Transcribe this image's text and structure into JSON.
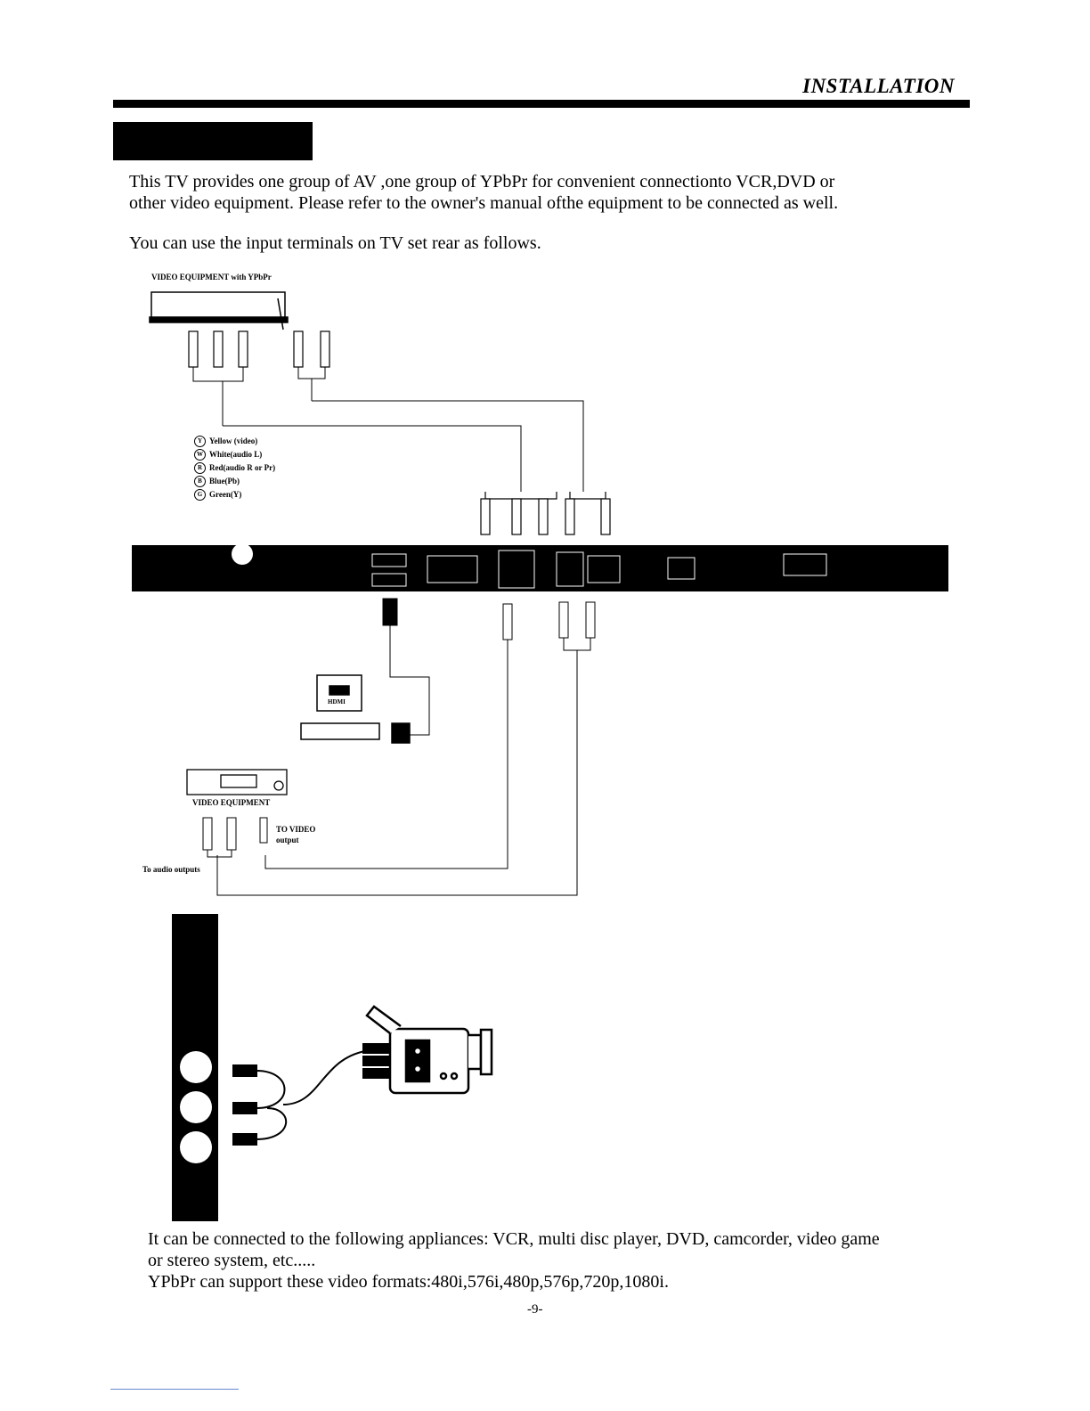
{
  "header": {
    "section": "INSTALLATION"
  },
  "intro": {
    "line1": "This TV provides one group of AV ,one group of YPbPr for convenient connectionto VCR,DVD or",
    "line2": "other video equipment. Please refer to the owner's manual ofthe equipment to be connected as well.",
    "line3": "You can use the input terminals on TV set rear as follows."
  },
  "diagram": {
    "top_device_label": "VIDEO EQUIPMENT with YPbPr",
    "legend": [
      {
        "key": "Y",
        "label": "Yellow (video)"
      },
      {
        "key": "W",
        "label": "White(audio L)"
      },
      {
        "key": "R",
        "label": "Red(audio R or Pr)"
      },
      {
        "key": "B",
        "label": "Blue(Pb)"
      },
      {
        "key": "G",
        "label": "Green(Y)"
      }
    ],
    "hdmi_label": "HDMI",
    "bottom_device_label": "VIDEO EQUIPMENT",
    "to_video_label": "TO VIDEO",
    "output_label": "output",
    "to_audio_label": "To audio outputs"
  },
  "footer": {
    "line1": "It can be connected to the following appliances: VCR, multi disc player, DVD, camcorder, video game",
    "line2": "or stereo system, etc.....",
    "line3": "YPbPr can support these video formats:480i,576i,480p,576p,720p,1080i."
  },
  "page_number": "-9-"
}
